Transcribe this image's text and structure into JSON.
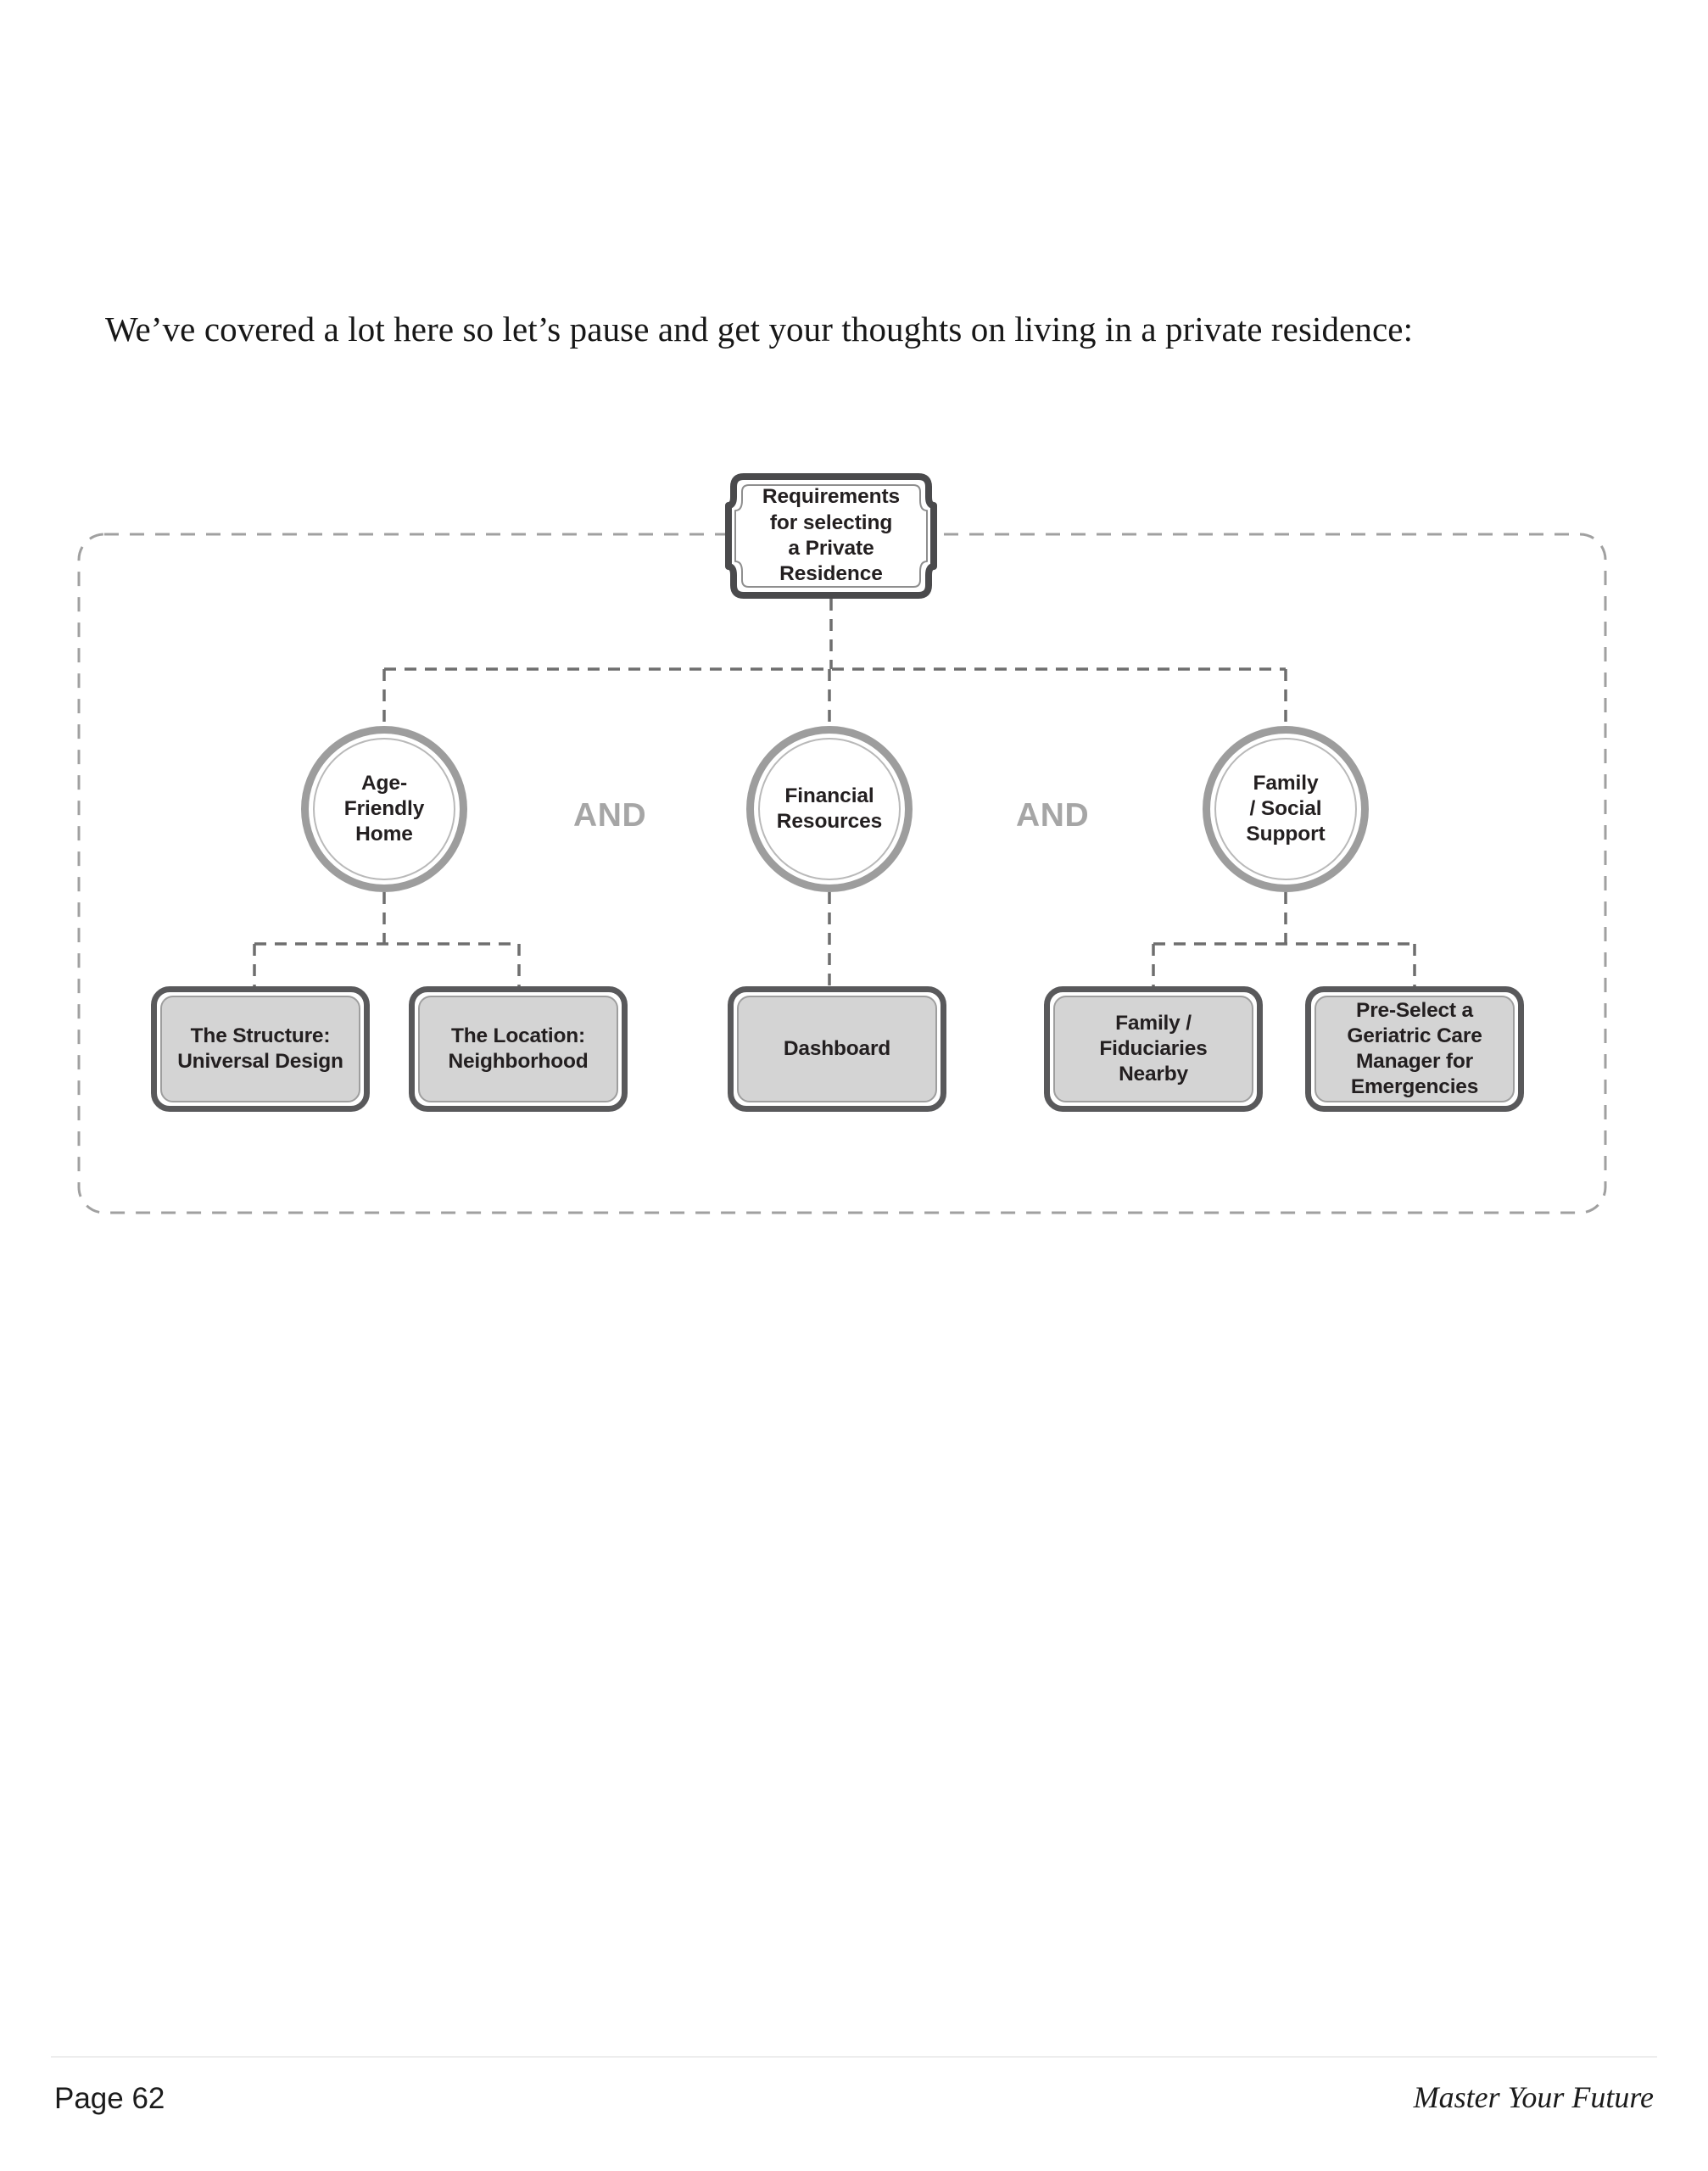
{
  "page": {
    "intro_text": "We’ve covered a lot here so let’s pause and get your thoughts on living in a private residence:"
  },
  "diagram": {
    "root": {
      "lines": [
        "Requirements",
        "for selecting",
        "a Private",
        "Residence"
      ]
    },
    "connector_labels": [
      {
        "text": "AND"
      },
      {
        "text": "AND"
      }
    ],
    "branches": [
      {
        "circle_lines": [
          "Age-",
          "Friendly",
          "Home"
        ],
        "children": [
          {
            "lines": [
              "The Structure:",
              "Universal Design"
            ]
          },
          {
            "lines": [
              "The Location:",
              "Neighborhood"
            ]
          }
        ]
      },
      {
        "circle_lines": [
          "Financial",
          "Resources"
        ],
        "children": [
          {
            "lines": [
              "Dashboard"
            ]
          }
        ]
      },
      {
        "circle_lines": [
          "Family",
          "/ Social",
          "Support"
        ],
        "children": [
          {
            "lines": [
              "Family /",
              "Fiduciaries",
              "Nearby"
            ]
          },
          {
            "lines": [
              "Pre-Select a",
              "Geriatric Care",
              "Manager for",
              "Emergencies"
            ]
          }
        ]
      }
    ]
  },
  "footer": {
    "page_number": "Page 62",
    "book_title": "Master Your Future"
  },
  "colors": {
    "text": "#231f20",
    "connector_gray": "#808080",
    "box_border": "#59595b",
    "box_fill": "#d4d4d4",
    "circle_ring": "#9d9d9d",
    "and_label": "#a6a6a6",
    "container_dash": "#a0a0a0"
  }
}
